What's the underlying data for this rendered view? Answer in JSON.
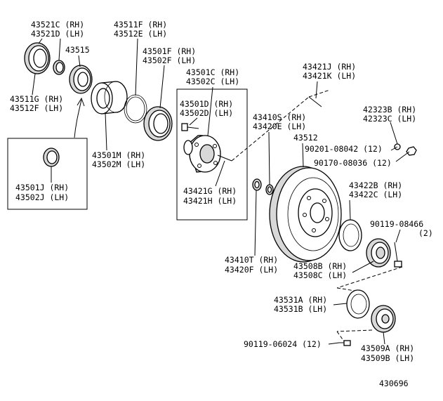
{
  "labels": {
    "p43521C": "43521C (RH)",
    "p43521D": "43521D (LH)",
    "p43515": "43515",
    "p43511F": "43511F (RH)",
    "p43512E": "43512E (LH)",
    "p43501F": "43501F (RH)",
    "p43502F": "43502F (LH)",
    "p43501C": "43501C (RH)",
    "p43502C": "43502C (LH)",
    "p43511G": "43511G (RH)",
    "p43512F": "43512F (LH)",
    "p43501D": "43501D (RH)",
    "p43502D": "43502D (LH)",
    "p43421J": "43421J (RH)",
    "p43421K": "43421K (LH)",
    "p43410S": "43410S (RH)",
    "p43420E": "43420E (LH)",
    "p42323B": "42323B (RH)",
    "p42323C": "42323C (LH)",
    "p43512": "43512",
    "p90201": "90201-08042 (12)",
    "p90170": "90170-08036 (12)",
    "p43501M": "43501M (RH)",
    "p43502M": "43502M (LH)",
    "p43501J": "43501J (RH)",
    "p43502J": "43502J (LH)",
    "p43421G": "43421G (RH)",
    "p43421H": "43421H (LH)",
    "p43422B": "43422B (RH)",
    "p43422C": "43422C (LH)",
    "p90119a1": "90119-08466",
    "p90119a2": "(2)",
    "p43410T": "43410T (RH)",
    "p43420F": "43420F (LH)",
    "p43508B": "43508B (RH)",
    "p43508C": "43508C (LH)",
    "p43531A": "43531A (RH)",
    "p43531B": "43531B (LH)",
    "p90119b": "90119-06024 (12)",
    "p43509A": "43509A (RH)",
    "p43509B": "43509B (LH)",
    "figure_number": "430696"
  }
}
